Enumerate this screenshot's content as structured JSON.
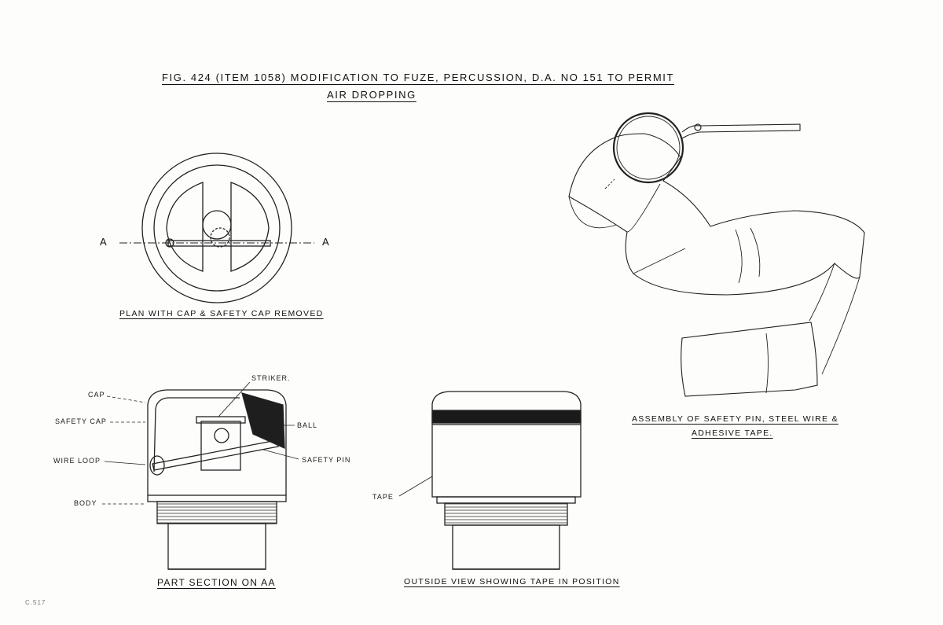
{
  "title": {
    "line1": "Fig. 424 (Item 1058) Modification to Fuze, Percussion, D.A. No 151 to permit",
    "line2": "Air Dropping"
  },
  "plan_view": {
    "caption": "Plan with Cap & Safety Cap Removed",
    "section_mark_left": "A",
    "section_mark_right": "A"
  },
  "section_view": {
    "caption": "Part Section on AA",
    "labels": {
      "cap": "Cap",
      "safety_cap": "Safety Cap",
      "wire_loop": "Wire Loop",
      "body": "Body",
      "striker": "Striker.",
      "ball": "Ball",
      "safety_pin": "Safety Pin"
    }
  },
  "outside_view": {
    "caption": "Outside View Showing Tape in Position",
    "labels": {
      "tape": "Tape"
    }
  },
  "assembly_view": {
    "caption_line1": "Assembly of Safety Pin, Steel Wire &",
    "caption_line2": "Adhesive Tape."
  },
  "margin_note": "C.517"
}
